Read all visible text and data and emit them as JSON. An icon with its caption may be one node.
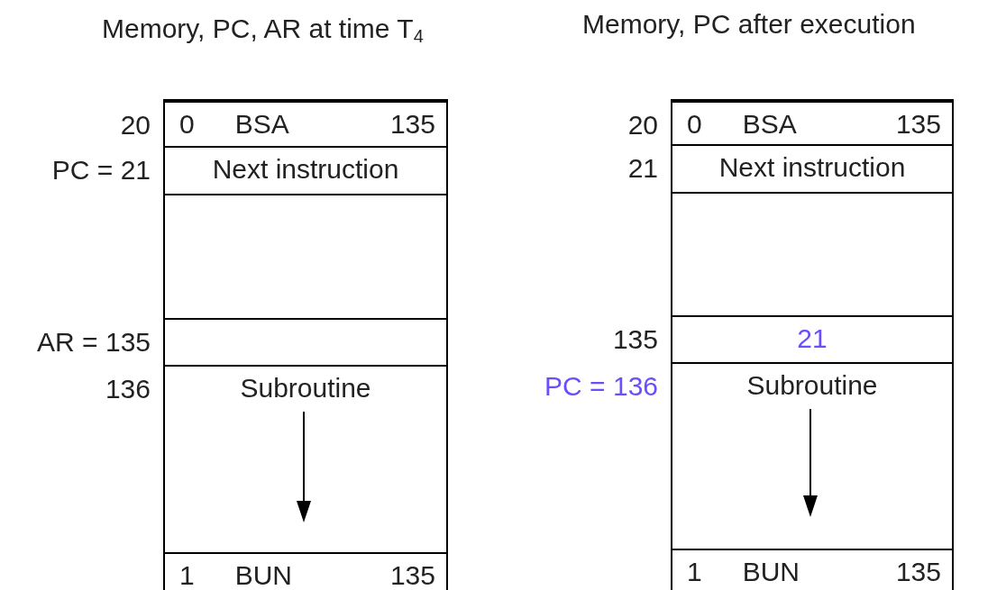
{
  "diagram": {
    "nodes": [
      {
        "text": [
          "Memory, PC, AR at time T$_{4}$"
        ]
      },
      {
        "text": [
          "0",
          "BSA",
          "135"
        ],
        "in": 0,
        "beside": [
          "20"
        ]
      },
      {
        "text": [
          "Next instruction"
        ],
        "in": 0,
        "beside": [
          "PC = 21"
        ]
      },
      {
        "text": [],
        "shape": "box",
        "in": 0
      },
      {
        "text": [],
        "shape": "box",
        "in": 0,
        "beside": [
          "AR = 135"
        ]
      },
      {
        "text": [
          "Subroutine"
        ],
        "in": 0,
        "beside": [
          "136"
        ]
      },
      {
        "text": [
          "1",
          "BUN",
          "135"
        ],
        "in": 0
      },
      {
        "text": [
          "Memory, PC after execution"
        ]
      },
      {
        "text": [
          "0",
          "BSA",
          "135"
        ],
        "in": 7,
        "beside": [
          "20"
        ]
      },
      {
        "text": [
          "Next instruction"
        ],
        "in": 7,
        "beside": [
          "21"
        ]
      },
      {
        "text": [],
        "shape": "box",
        "in": 7
      },
      {
        "text": [
          "21"
        ],
        "in": 7,
        "beside": [
          "135"
        ]
      },
      {
        "text": [
          "Subroutine"
        ],
        "in": 7,
        "beside": [
          "PC = 136"
        ]
      },
      {
        "text": [
          "1",
          "BUN",
          "135"
        ],
        "in": 7
      }
    ],
    "edges": []
  }
}
